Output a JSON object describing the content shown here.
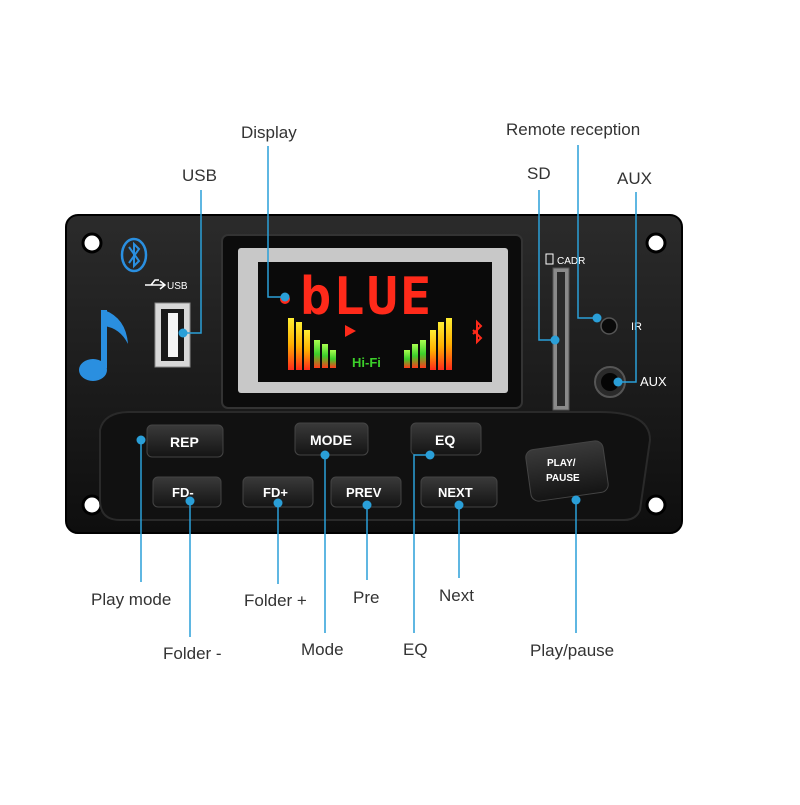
{
  "callouts": {
    "display": "Display",
    "usb": "USB",
    "remote_reception": "Remote reception",
    "sd": "SD",
    "aux": "AUX",
    "play_mode": "Play mode",
    "folder_minus": "Folder -",
    "folder_plus": "Folder +",
    "mode": "Mode",
    "pre": "Pre",
    "eq": "EQ",
    "next": "Next",
    "play_pause": "Play/pause"
  },
  "panel": {
    "usb_label": "USB",
    "sd_slot_label": "CADR",
    "ir_label": "IR",
    "aux_label": "AUX",
    "display_text": "bLUE",
    "hifi_text": "Hi-Fi"
  },
  "buttons": {
    "rep": "REP",
    "mode": "MODE",
    "eq": "EQ",
    "fd_minus": "FD-",
    "fd_plus": "FD+",
    "prev": "PREV",
    "next": "NEXT",
    "play_line1": "PLAY/",
    "play_line2": "PAUSE"
  },
  "colors": {
    "panel": "#1a1a1a",
    "leader": "#2a9fd8",
    "display_red": "#ff2a1a",
    "hifi_green": "#3ccf2a"
  }
}
